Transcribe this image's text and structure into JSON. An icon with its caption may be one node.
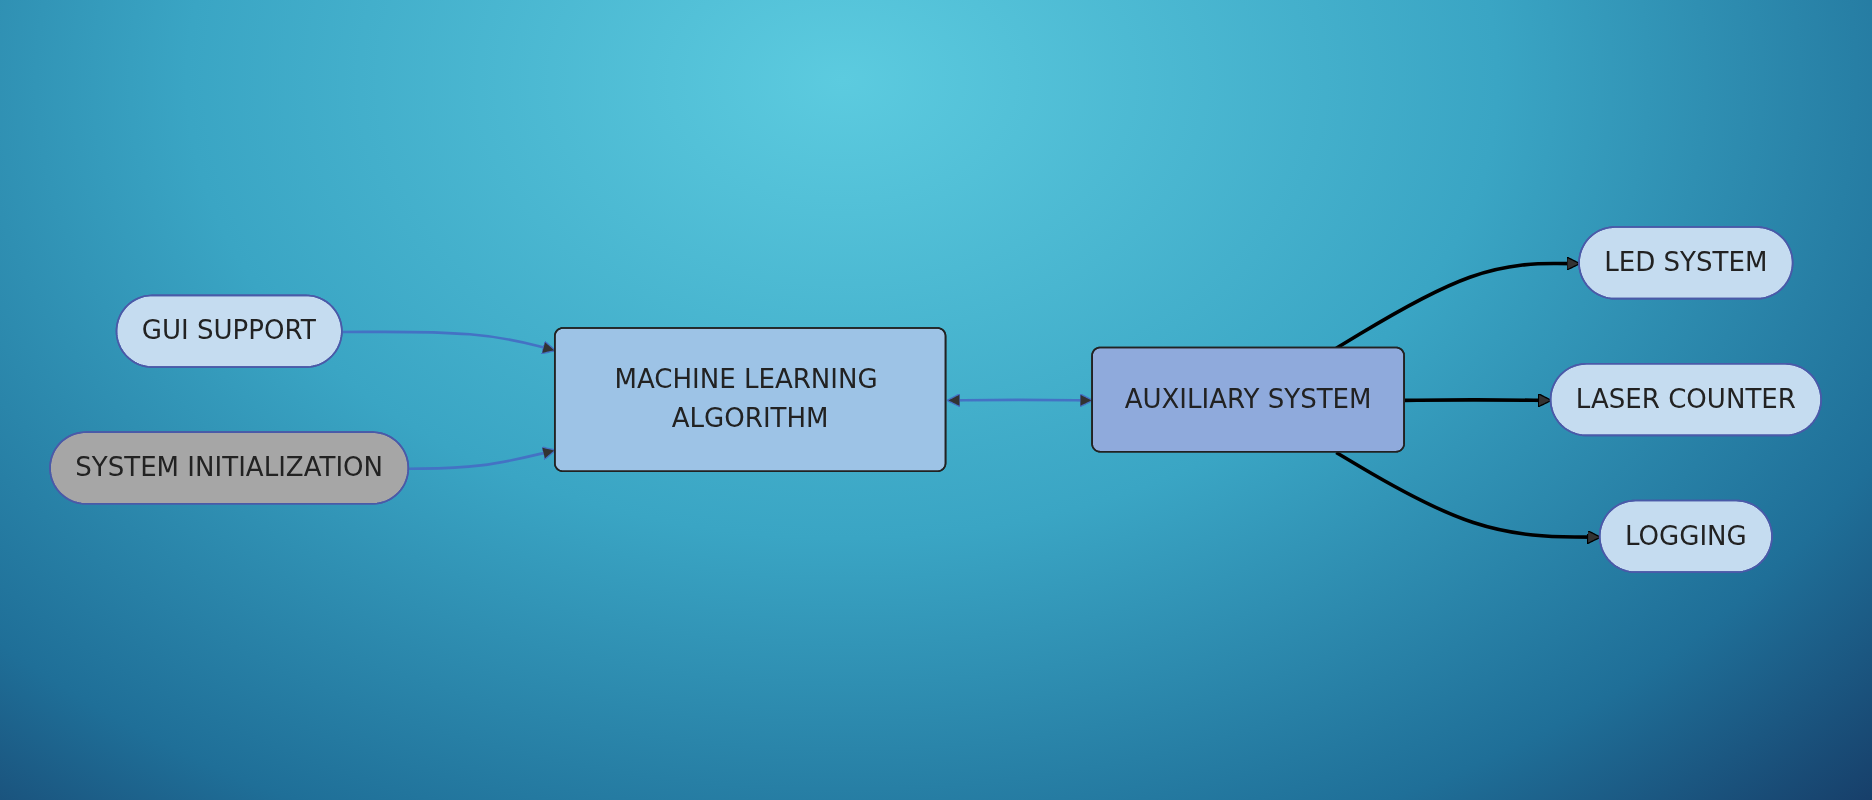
{
  "diagram": {
    "nodes": [
      {
        "text": [
          "GUI SUPPORT"
        ]
      },
      {
        "text": [
          "SYSTEM INITIALIZATION"
        ]
      },
      {
        "text": [
          "MACHINE LEARNING ALGORITHM"
        ]
      },
      {
        "text": [
          "AUXILIARY SYSTEM"
        ]
      },
      {
        "text": [
          "LED SYSTEM"
        ]
      },
      {
        "text": [
          "LASER COUNTER"
        ]
      },
      {
        "text": [
          "LOGGING"
        ]
      }
    ],
    "edges": [
      {
        "from": 0,
        "to": 2,
        "arrow": "to"
      },
      {
        "from": 1,
        "to": 2,
        "arrow": "to"
      },
      {
        "from": 2,
        "to": 3,
        "arrow": "both"
      },
      {
        "from": 3,
        "to": 4,
        "arrow": "to",
        "color": "#000000"
      },
      {
        "from": 3,
        "to": 5,
        "arrow": "to",
        "color": "#000000"
      },
      {
        "from": 3,
        "to": 6,
        "arrow": "to",
        "color": "#000000"
      }
    ]
  }
}
